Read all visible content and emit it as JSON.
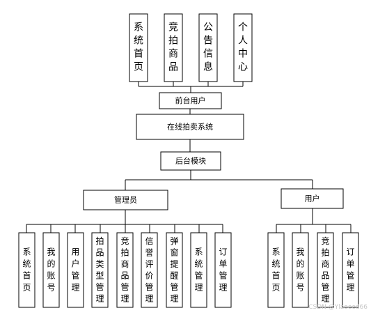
{
  "top_modules": [
    "系统首页",
    "竞拍商品",
    "公告信息",
    "个人中心"
  ],
  "frontend_user": "前台用户",
  "system_name": "在线拍卖系统",
  "backend_module": "后台模块",
  "admin": {
    "label": "管理员",
    "modules": [
      "系统首页",
      "我的账号",
      "用户管理",
      "拍品类型管理",
      "竞拍商品管理",
      "信誉评价管理",
      "弹窗提醒管理",
      "系统管理",
      "订单管理"
    ]
  },
  "user": {
    "label": "用户",
    "modules": [
      "系统首页",
      "我的账号",
      "竞拍商品管理",
      "订单管理"
    ]
  },
  "watermark": "CSDN @Ylaoeed66"
}
